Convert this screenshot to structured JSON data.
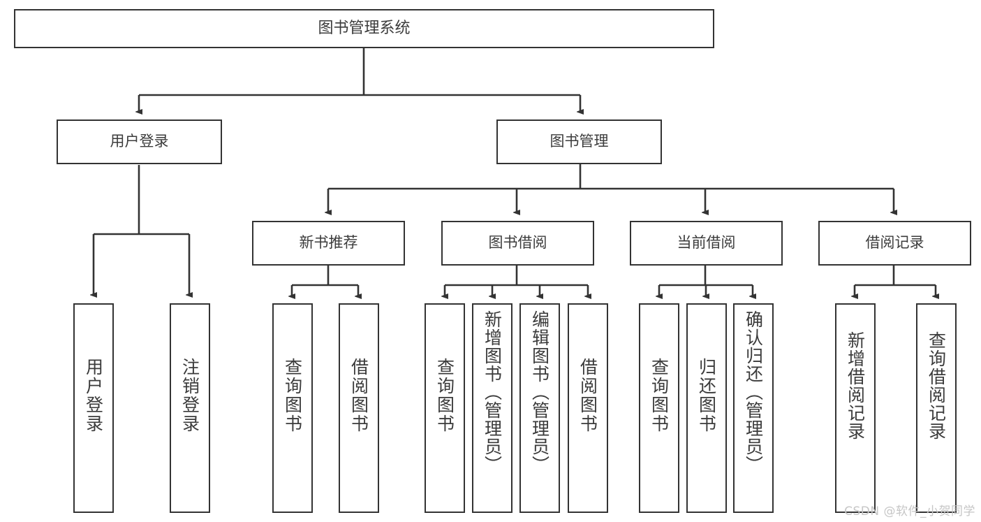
{
  "diagram": {
    "title": "图书管理系统",
    "type": "tree",
    "line_color": "#333333",
    "text_color": "#3b3b3b",
    "background": "#ffffff"
  },
  "nodes": {
    "root": {
      "label": "图书管理系统"
    },
    "level1": [
      {
        "id": "user-login",
        "label": "用户登录"
      },
      {
        "id": "book-manage",
        "label": "图书管理"
      }
    ],
    "level2": [
      {
        "id": "new-book-rec",
        "label": "新书推荐"
      },
      {
        "id": "book-borrow",
        "label": "图书借阅"
      },
      {
        "id": "current-borrow",
        "label": "当前借阅"
      },
      {
        "id": "borrow-record",
        "label": "借阅记录"
      }
    ],
    "leaves": {
      "user_login": [
        {
          "id": "leaf-user-login",
          "label": "用户登录"
        },
        {
          "id": "leaf-logout",
          "label": "注销登录"
        }
      ],
      "new_book_rec": [
        {
          "id": "leaf-query-book-1",
          "label": "查询图书"
        },
        {
          "id": "leaf-borrow-book-1",
          "label": "借阅图书"
        }
      ],
      "book_borrow": [
        {
          "id": "leaf-query-book-2",
          "label": "查询图书"
        },
        {
          "id": "leaf-add-book",
          "label": "新增图书（管理员）"
        },
        {
          "id": "leaf-edit-book",
          "label": "编辑图书（管理员）"
        },
        {
          "id": "leaf-borrow-book-2",
          "label": "借阅图书"
        }
      ],
      "current_borrow": [
        {
          "id": "leaf-query-book-3",
          "label": "查询图书"
        },
        {
          "id": "leaf-return-book",
          "label": "归还图书"
        },
        {
          "id": "leaf-confirm-return",
          "label": "确认归还（管理员）"
        }
      ],
      "borrow_record": [
        {
          "id": "leaf-add-record",
          "label": "新增借阅记录"
        },
        {
          "id": "leaf-query-record",
          "label": "查询借阅记录"
        }
      ]
    }
  },
  "watermark": {
    "text": "CSDN @软件_小贺同学"
  }
}
